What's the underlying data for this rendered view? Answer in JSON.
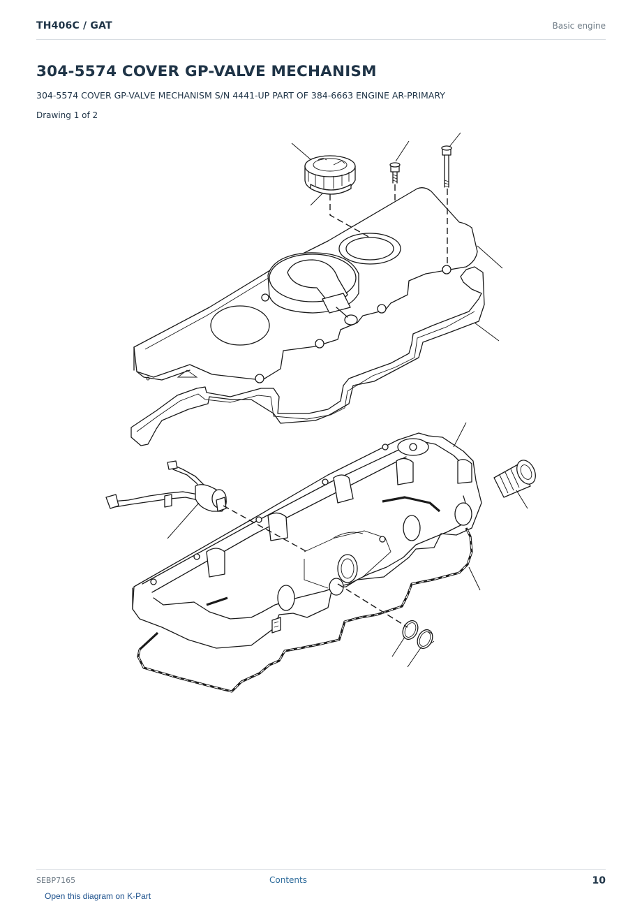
{
  "header": {
    "brand": "TH406C  /  GAT",
    "section": "Basic engine"
  },
  "title": "304-5574 COVER GP-VALVE MECHANISM",
  "subtitle": "304-5574 COVER GP-VALVE MECHANISM S/N 4441-UP PART OF 384-6663 ENGINE AR-PRIMARY",
  "drawing_label": "Drawing 1 of 2",
  "footer": {
    "doc_id": "SEBP7165",
    "contents_link": "Contents",
    "page_number": "10"
  },
  "kpart_link": "Open this diagram on K-Part",
  "colors": {
    "heading": "#1f3447",
    "link": "#2c6a9a",
    "muted": "#6e7b86",
    "rule": "#d8dde2"
  }
}
